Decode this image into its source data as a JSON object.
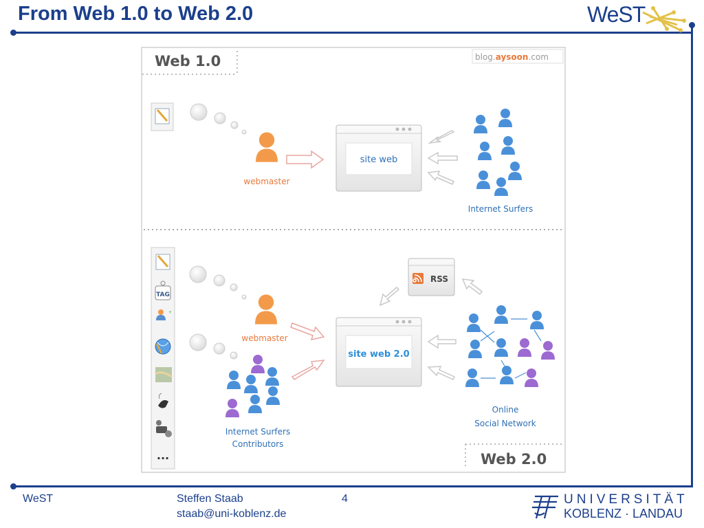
{
  "slide": {
    "title": "From Web 1.0 to Web 2.0"
  },
  "logo": {
    "text": "WeST",
    "graphic": "yellow-network-graphic"
  },
  "diagram": {
    "web1": {
      "label": "Web 1.0",
      "watermark_prefix": "blog.",
      "watermark_brand": "aysoon",
      "watermark_suffix": ".com",
      "webmaster_label": "webmaster",
      "site_label": "site web",
      "surfers_label": "Internet Surfers"
    },
    "web2": {
      "label": "Web 2.0",
      "webmaster_label": "webmaster",
      "site_label": "site web 2.0",
      "rss_label": "RSS",
      "contributors_line1": "Internet Surfers",
      "contributors_line2": "Contributors",
      "network_line1": "Online",
      "network_line2": "Social Network",
      "sidebar_tag_label": "TAG",
      "sidebar_more": "..."
    },
    "colors": {
      "webmaster": "#f39a4a",
      "surfer": "#4a90d9",
      "contributor": "#9c6ad1",
      "label_blue": "#2f6fb5",
      "label_orange": "#e8793a"
    }
  },
  "footer": {
    "org": "WeST",
    "author": "Steffen Staab",
    "email": "staab@uni-koblenz.de",
    "page_number": "4",
    "university_line1": "UNIVERSITÄT",
    "university_line2": "KOBLENZ · LANDAU"
  }
}
